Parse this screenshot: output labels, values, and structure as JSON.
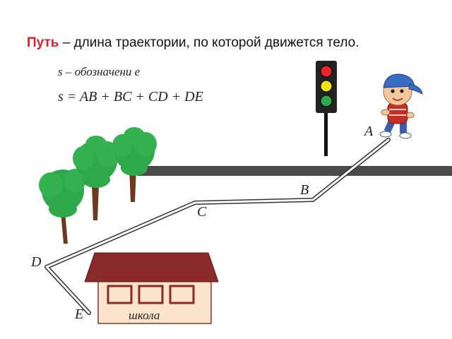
{
  "title": {
    "term": "Путь",
    "definition": " – длина траектории, по которой движется тело."
  },
  "formulas": {
    "notation": "s – обозначени е",
    "sum": "s = AB + BC + CD + DE"
  },
  "points": {
    "a": "A",
    "b": "B",
    "c": "C",
    "d": "D",
    "e": "E"
  },
  "school": {
    "sign": "школа"
  },
  "icons": {
    "traffic_light": "traffic-light-icon",
    "tree": "tree-icon",
    "boy": "boy-icon",
    "school": "school-building-icon"
  },
  "colors": {
    "title_term": "#d8202a",
    "road": "#4a4a4a",
    "tree_foliage": "#2ea84a",
    "tree_trunk": "#6b3a1f",
    "school_roof": "#8b2a2a",
    "school_wall": "#fbe3cc",
    "light_red": "#e8262d",
    "light_yellow": "#f3e21a",
    "light_green": "#2fa84f"
  }
}
